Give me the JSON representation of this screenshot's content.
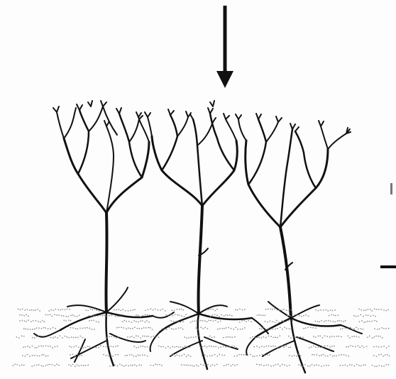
{
  "figure": {
    "background": "#fdfdfd",
    "ink_color": "#111111",
    "speckle_color": "#8a8a8a",
    "arrow": {
      "direction": "down"
    },
    "neurons": [
      {
        "name": "neuron-left"
      },
      {
        "name": "neuron-middle"
      },
      {
        "name": "neuron-right"
      }
    ],
    "partial_marks": [
      "scale-bar-fragment",
      "edge-tick"
    ]
  }
}
